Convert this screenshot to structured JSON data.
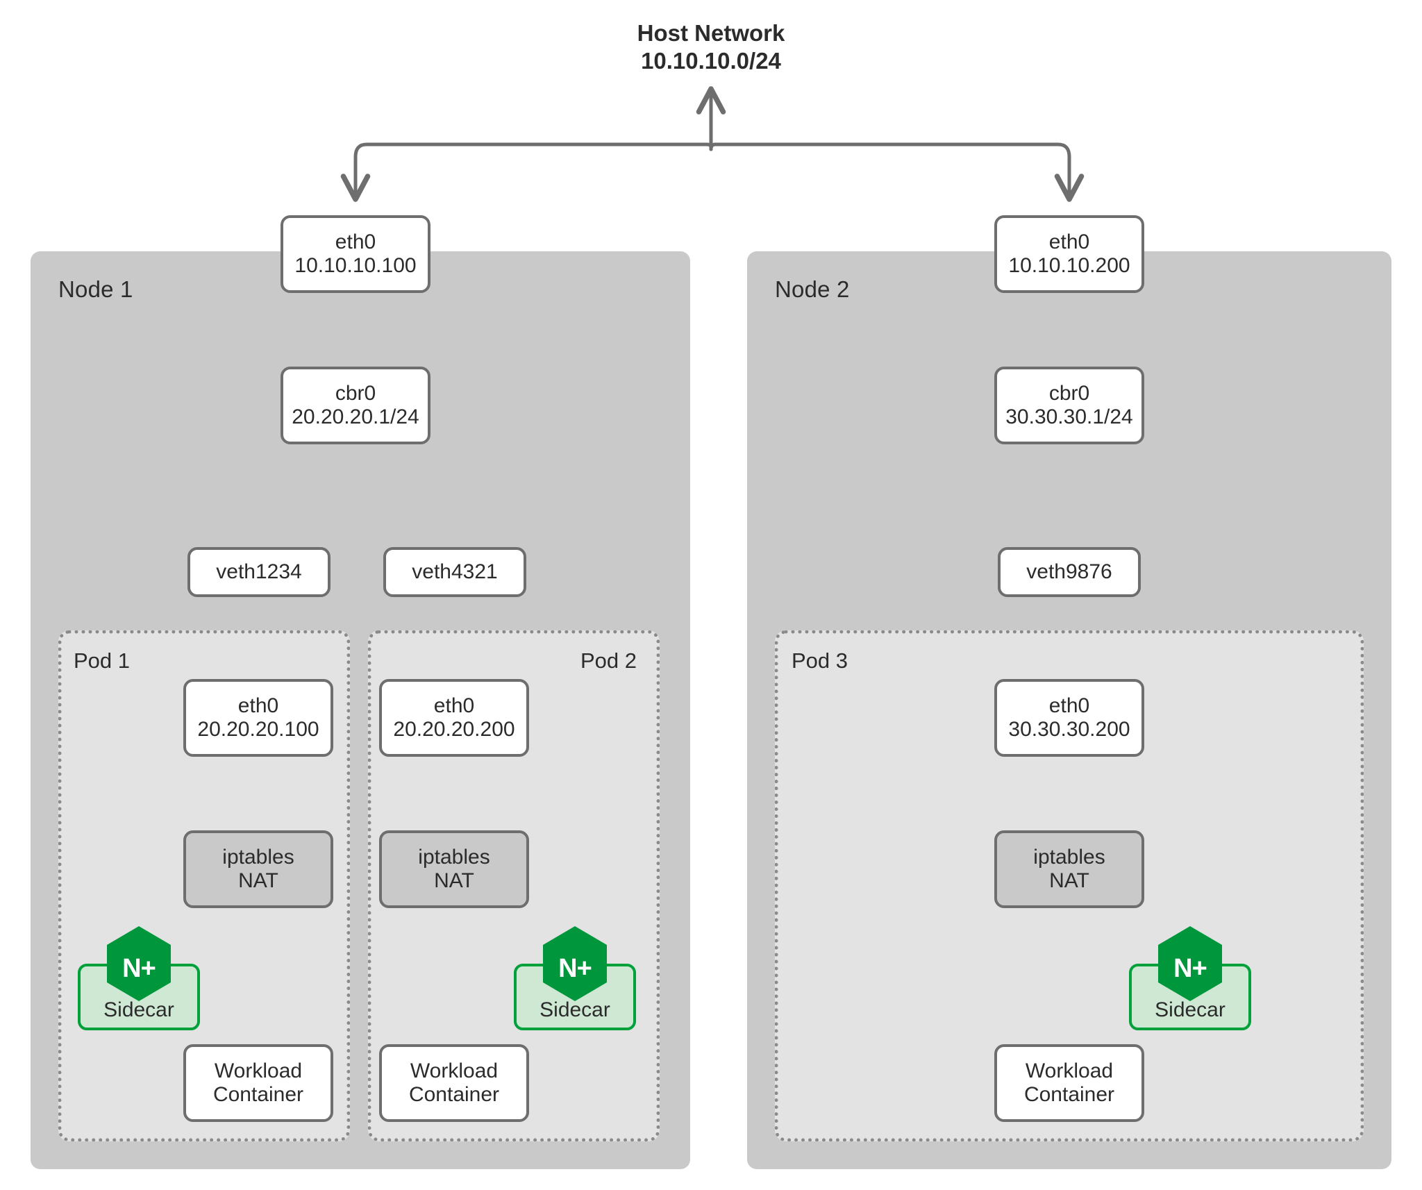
{
  "diagram": {
    "title_line1": "Host Network",
    "title_line2": "10.10.10.0/24"
  },
  "nodes": [
    {
      "label": "Node 1",
      "eth0": {
        "name": "eth0",
        "ip": "10.10.10.100"
      },
      "bridge": {
        "name": "cbr0",
        "ip": "20.20.20.1/24"
      },
      "veths": [
        {
          "name": "veth1234"
        },
        {
          "name": "veth4321"
        }
      ],
      "pods": [
        {
          "label": "Pod 1",
          "eth0": {
            "name": "eth0",
            "ip": "20.20.20.100"
          },
          "iptables": {
            "line1": "iptables",
            "line2": "NAT"
          },
          "sidecar": {
            "label": "Sidecar",
            "logo": "N+"
          },
          "workload": {
            "line1": "Workload",
            "line2": "Container"
          }
        },
        {
          "label": "Pod 2",
          "eth0": {
            "name": "eth0",
            "ip": "20.20.20.200"
          },
          "iptables": {
            "line1": "iptables",
            "line2": "NAT"
          },
          "sidecar": {
            "label": "Sidecar",
            "logo": "N+"
          },
          "workload": {
            "line1": "Workload",
            "line2": "Container"
          }
        }
      ]
    },
    {
      "label": "Node 2",
      "eth0": {
        "name": "eth0",
        "ip": "10.10.10.200"
      },
      "bridge": {
        "name": "cbr0",
        "ip": "30.30.30.1/24"
      },
      "veths": [
        {
          "name": "veth9876"
        }
      ],
      "pods": [
        {
          "label": "Pod 3",
          "eth0": {
            "name": "eth0",
            "ip": "30.30.30.200"
          },
          "iptables": {
            "line1": "iptables",
            "line2": "NAT"
          },
          "sidecar": {
            "label": "Sidecar",
            "logo": "N+"
          },
          "workload": {
            "line1": "Workload",
            "line2": "Container"
          }
        }
      ]
    }
  ],
  "colors": {
    "node_panel": "#c9c9c9",
    "pod_panel": "#e3e3e3",
    "box_border": "#6e6e6e",
    "connector": "#6e6e6e",
    "nginx_green": "#00963b",
    "sidecar_fill": "#cfe8d4",
    "sidecar_border": "#00a13a",
    "text": "#2b2b2b"
  }
}
